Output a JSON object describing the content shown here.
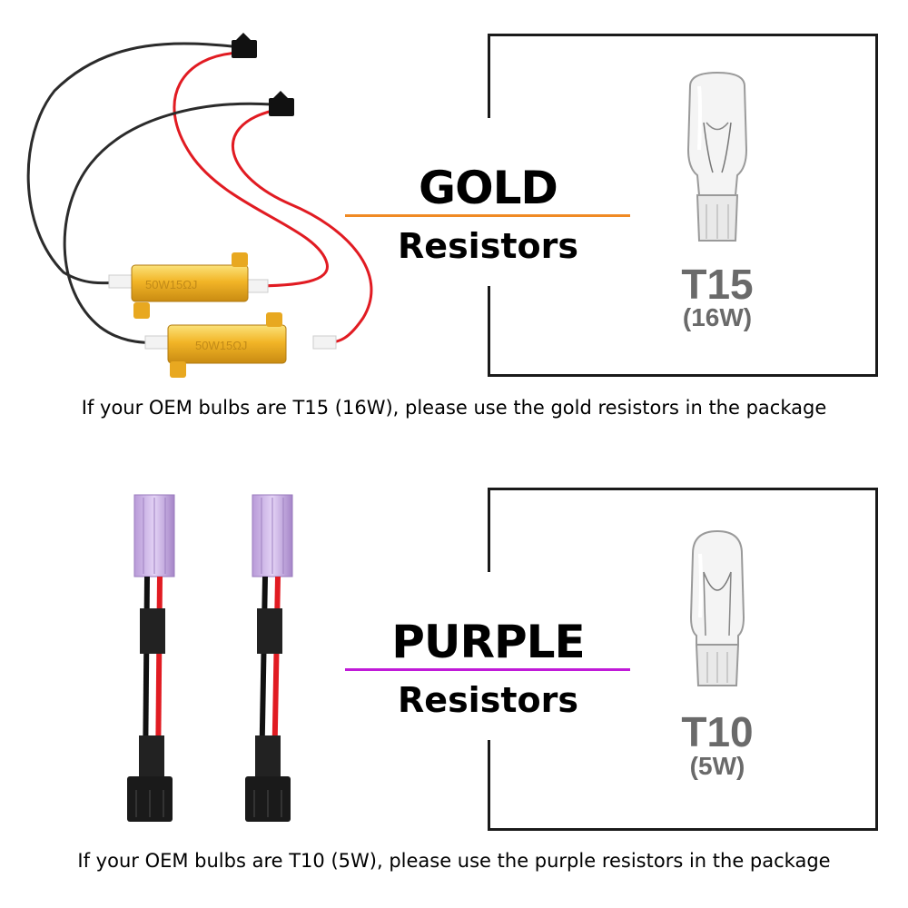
{
  "gold": {
    "title": "GOLD",
    "subtitle": "Resistors",
    "accent_color": "#f08a24",
    "bulb": {
      "name": "T15",
      "watt": "(16W)"
    },
    "resistor_marking": "50W15ΩJ",
    "caption": "If your OEM bulbs are T15 (16W), please use the gold resistors in the package"
  },
  "purple": {
    "title": "PURPLE",
    "subtitle": "Resistors",
    "accent_color": "#c01ad8",
    "bulb": {
      "name": "T10",
      "watt": "(5W)"
    },
    "caption": "If your OEM bulbs are T10 (5W), please use the purple resistors in the package"
  },
  "icons": [
    "gold-resistor-icon",
    "purple-resistor-icon",
    "t15-bulb-icon",
    "t10-bulb-icon",
    "connector-icon"
  ]
}
